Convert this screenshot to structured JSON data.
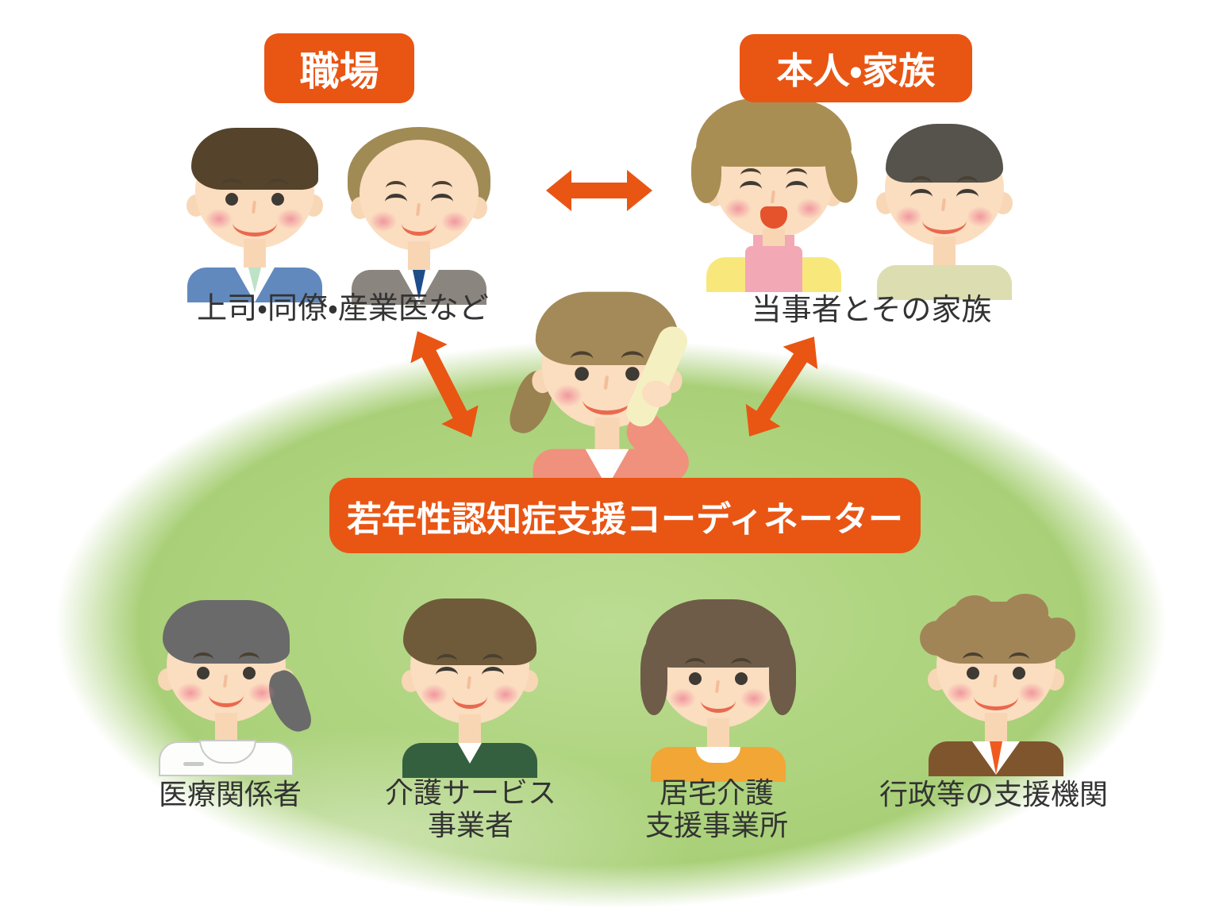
{
  "diagram": {
    "workplace": {
      "box_label": "職場",
      "caption": "上司・同僚・産業医など"
    },
    "family": {
      "box_label": "本人・家族",
      "caption": "当事者とその家族"
    },
    "coordinator": {
      "banner_label": "若年性認知症支援コーディネーター"
    },
    "supporters": [
      {
        "line1": "医療関係者",
        "line2": ""
      },
      {
        "line1": "介護サービス",
        "line2": "事業者"
      },
      {
        "line1": "居宅介護",
        "line2": "支援事業所"
      },
      {
        "line1": "行政等の支援機関",
        "line2": ""
      }
    ],
    "colors": {
      "accent_orange": "#E95513",
      "field_green": "#AFD580",
      "text_dark": "#333333"
    }
  }
}
